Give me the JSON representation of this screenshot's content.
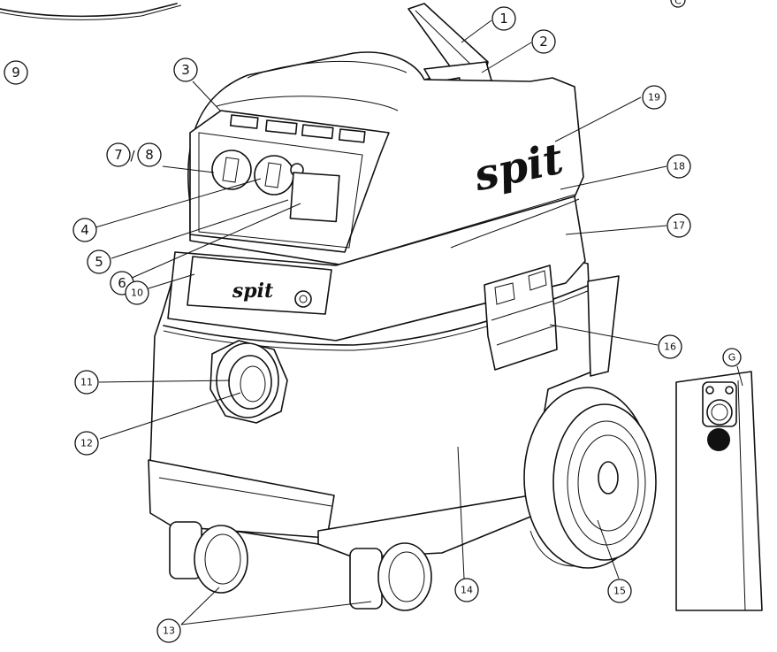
{
  "brand": "spit",
  "callouts": [
    {
      "id": "1",
      "label": "1"
    },
    {
      "id": "2",
      "label": "2"
    },
    {
      "id": "3",
      "label": "3"
    },
    {
      "id": "4",
      "label": "4"
    },
    {
      "id": "5",
      "label": "5"
    },
    {
      "id": "6",
      "label": "6"
    },
    {
      "id": "7",
      "label": "7"
    },
    {
      "id": "8",
      "label": "8"
    },
    {
      "id": "9",
      "label": "9"
    },
    {
      "id": "10",
      "label": "10"
    },
    {
      "id": "11",
      "label": "11"
    },
    {
      "id": "12",
      "label": "12"
    },
    {
      "id": "13",
      "label": "13"
    },
    {
      "id": "14",
      "label": "14"
    },
    {
      "id": "15",
      "label": "15"
    },
    {
      "id": "16",
      "label": "16"
    },
    {
      "id": "17",
      "label": "17"
    },
    {
      "id": "18",
      "label": "18"
    },
    {
      "id": "19",
      "label": "19"
    },
    {
      "id": "G",
      "label": "G"
    },
    {
      "id": "C",
      "label": "C"
    }
  ],
  "separator": "/"
}
